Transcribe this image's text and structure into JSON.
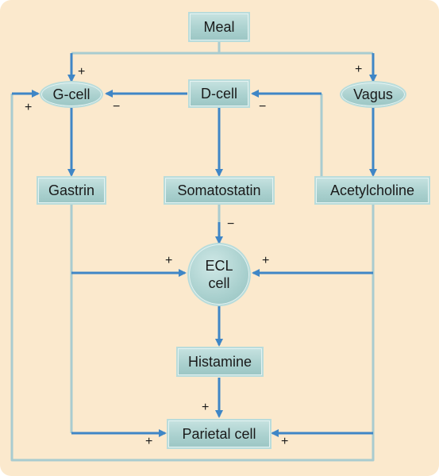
{
  "nodes": {
    "meal": "Meal",
    "g_cell": "G-cell",
    "d_cell": "D-cell",
    "vagus": "Vagus",
    "gastrin": "Gastrin",
    "somatostatin": "Somatostatin",
    "acetylcholine": "Acetylcholine",
    "ecl_cell_line1": "ECL",
    "ecl_cell_line2": "cell",
    "histamine": "Histamine",
    "parietal_cell": "Parietal cell"
  },
  "signs": {
    "meal_to_gcell": "+",
    "meal_to_vagus": "+",
    "parietal_feedback_to_gcell": "+",
    "dcell_to_gcell": "−",
    "vagus_to_dcell": "−",
    "somatostatin_to_ecl": "−",
    "gastrin_to_ecl": "+",
    "acetylcholine_to_ecl": "+",
    "histamine_to_parietal": "+",
    "gastrin_to_parietal": "+",
    "acetylcholine_to_parietal": "+"
  },
  "colors": {
    "arrow": "#3f86c6",
    "line": "#a9ccd0",
    "background": "#fbe9cd",
    "node_fill": "#a9d0ce"
  }
}
